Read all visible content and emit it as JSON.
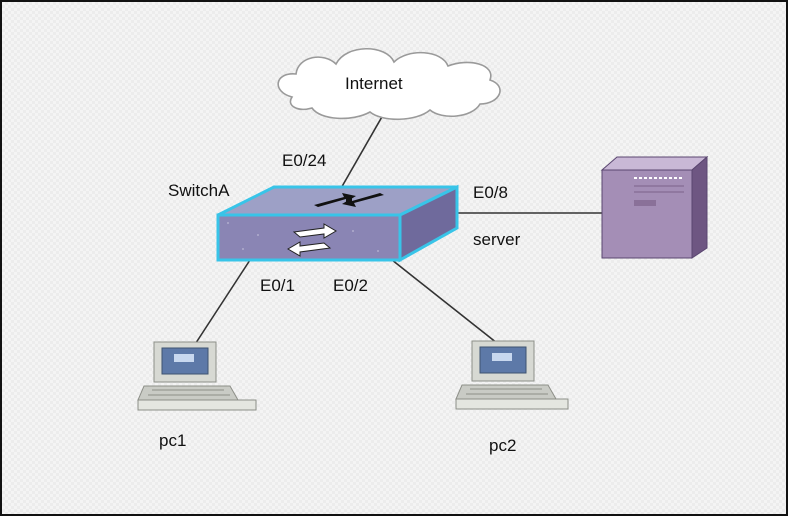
{
  "cloud": {
    "label": "Internet"
  },
  "switch": {
    "name": "SwitchA"
  },
  "server": {
    "label": "server"
  },
  "ports": {
    "uplink": "E0/24",
    "server": "E0/8",
    "pc1": "E0/1",
    "pc2": "E0/2"
  },
  "pcs": {
    "pc1": "pc1",
    "pc2": "pc2"
  },
  "colors": {
    "switch_top": "#9da0c6",
    "switch_front": "#8a85b4",
    "switch_side": "#6f6a9c",
    "switch_edge": "#38c4e8",
    "server_front": "#a48eb6",
    "server_side": "#6e5682",
    "pc_body": "#d7d9d3",
    "pc_screen": "#5d79a8",
    "line": "#333333"
  }
}
